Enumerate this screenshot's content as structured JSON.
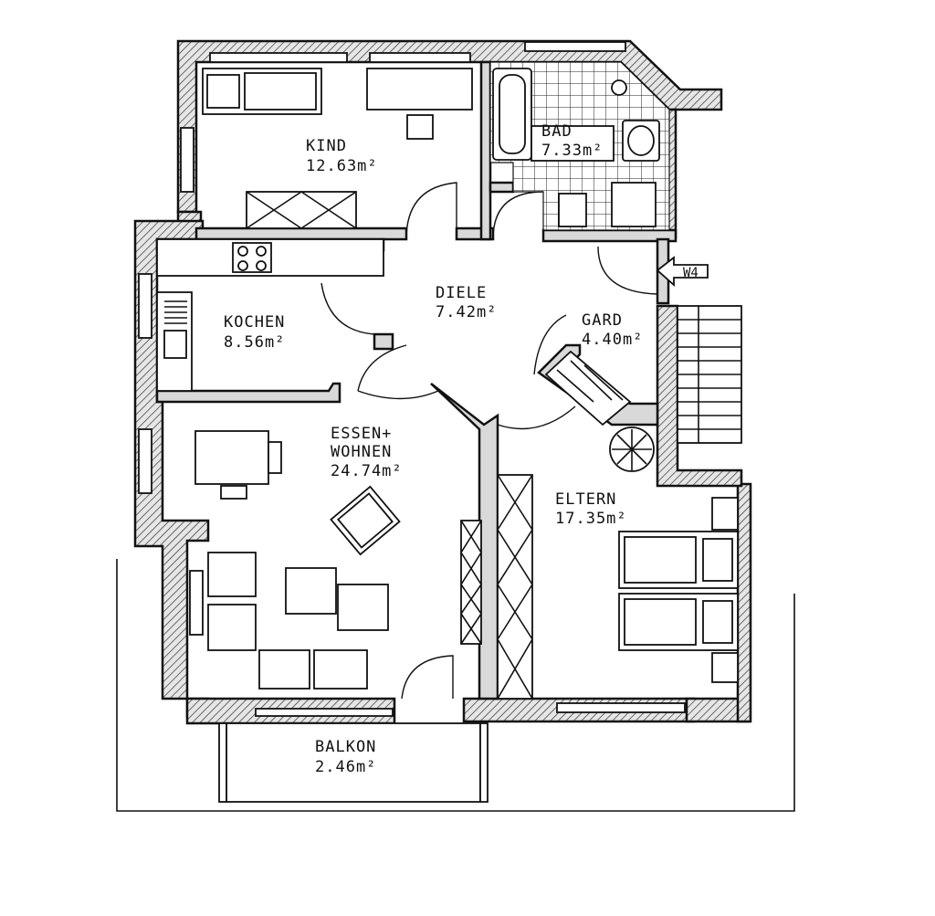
{
  "rooms": {
    "kind": {
      "name": "KIND",
      "area": "12.63m²"
    },
    "bad": {
      "name": "BAD",
      "area": "7.33m²"
    },
    "diele": {
      "name": "DIELE",
      "area": "7.42m²"
    },
    "kochen": {
      "name": "KOCHEN",
      "area": "8.56m²"
    },
    "gard": {
      "name": "GARD",
      "area": "4.40m²"
    },
    "essen_wohnen": {
      "name_line1": "ESSEN+",
      "name_line2": "WOHNEN",
      "area": "24.74m²"
    },
    "eltern": {
      "name": "ELTERN",
      "area": "17.35m²"
    },
    "balkon": {
      "name": "BALKON",
      "area": "2.46m²"
    }
  },
  "entrance": {
    "label": "W4"
  },
  "colors": {
    "line": "#111111",
    "wall_fill": "#d9d9d9",
    "background": "#ffffff"
  }
}
